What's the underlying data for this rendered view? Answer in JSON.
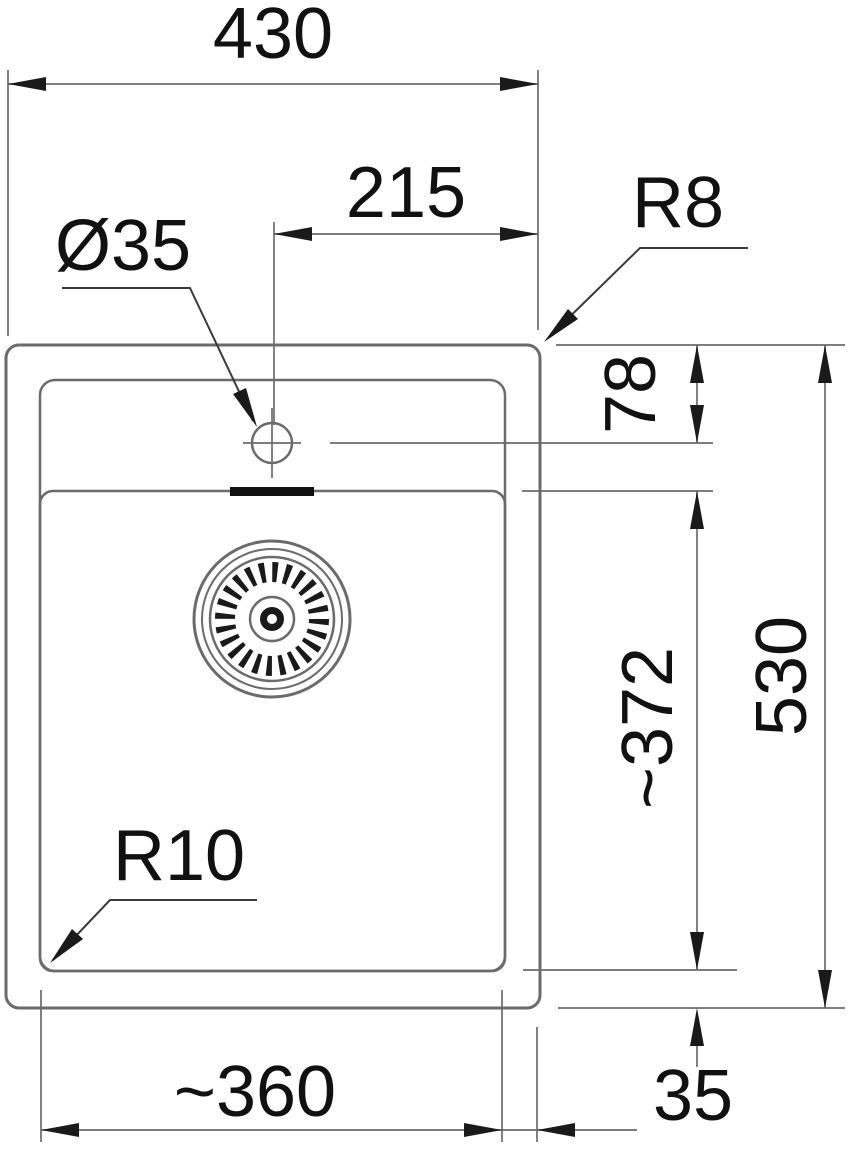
{
  "drawing": {
    "labels": {
      "overall_width": "430",
      "hole_offset": "215",
      "hole_diameter": "Ø35",
      "outer_corner_radius": "R8",
      "hole_from_top": "78",
      "overall_depth": "530",
      "bowl_length": "~372",
      "bowl_corner_radius": "R10",
      "bowl_width": "~360",
      "rim_width": "35"
    },
    "colors": {
      "background": "#ffffff",
      "line": "#6b6b6b",
      "text": "#111111",
      "arrow": "#1a1a1a",
      "overflow_mark": "#111111"
    }
  }
}
